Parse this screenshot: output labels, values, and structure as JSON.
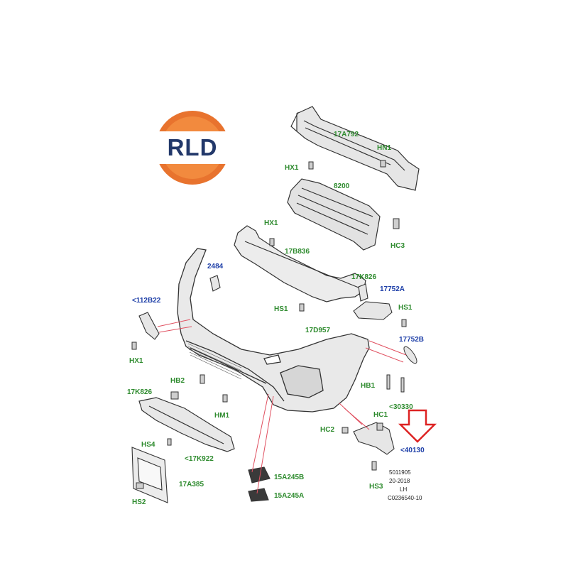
{
  "logo": {
    "text": "RLD",
    "colors": {
      "ring": "#e8732e",
      "band": "#ffffff",
      "text": "#22386a"
    }
  },
  "callouts": {
    "c17A792": "17A792",
    "cHN1": "HN1",
    "cHX1_top": "HX1",
    "c8200": "8200",
    "cHC3": "HC3",
    "cHX1_mid": "HX1",
    "c17B836": "17B836",
    "c2484": "2484",
    "c17K826_top": "17K826",
    "c17752A": "17752A",
    "c112B22": "<112B22",
    "cHS1_left": "HS1",
    "cHS1_right": "HS1",
    "c17D957": "17D957",
    "c17752B": "17752B",
    "cHX1_low": "HX1",
    "cHB2": "HB2",
    "cHB1": "HB1",
    "c17K826_low": "17K826",
    "c30330": "<30330",
    "cHM1": "HM1",
    "cHC1": "HC1",
    "cHC2": "HC2",
    "c40130": "<40130",
    "cHS4": "HS4",
    "c17K922": "<17K922",
    "c17A385": "17A385",
    "c15A245B": "15A245B",
    "c15A245A": "15A245A",
    "cHS3": "HS3",
    "cHS2": "HS2"
  },
  "metadata": {
    "line1": "5011905",
    "line2": "20-2018",
    "line3": "LH",
    "line4": "C0236540-10"
  },
  "colors": {
    "green_label": "#2e8b2e",
    "blue_label": "#1e3fa8",
    "leader_line": "#e05060",
    "arrow": "#dd2222",
    "part_outline": "#333333",
    "part_fill": "#e8e8e8"
  }
}
